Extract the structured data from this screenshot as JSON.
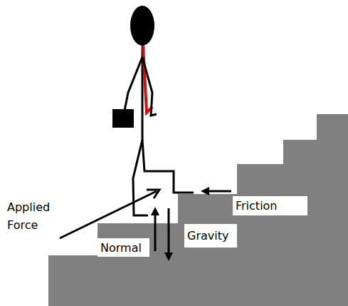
{
  "diagram": {
    "labels": [
      "Applied Force",
      "Friction",
      "Normal",
      "Gravity"
    ]
  }
}
